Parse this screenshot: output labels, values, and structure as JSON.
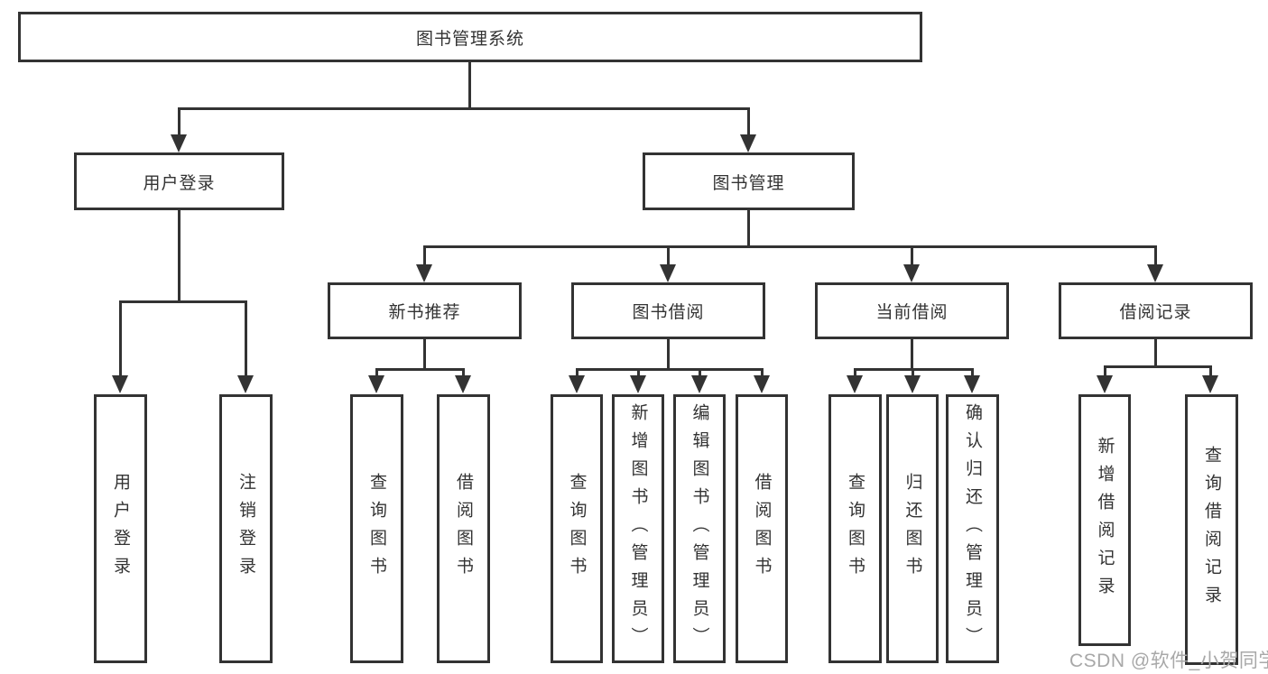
{
  "diagram": {
    "root": "图书管理系统",
    "branches": [
      {
        "label": "用户登录",
        "children": [
          {
            "label": "用户登录"
          },
          {
            "label": "注销登录"
          }
        ]
      },
      {
        "label": "图书管理",
        "children": [
          {
            "label": "新书推荐",
            "children": [
              {
                "label": "查询图书"
              },
              {
                "label": "借阅图书"
              }
            ]
          },
          {
            "label": "图书借阅",
            "children": [
              {
                "label": "查询图书"
              },
              {
                "label": "新增图书（管理员）"
              },
              {
                "label": "编辑图书（管理员）"
              },
              {
                "label": "借阅图书"
              }
            ]
          },
          {
            "label": "当前借阅",
            "children": [
              {
                "label": "查询图书"
              },
              {
                "label": "归还图书"
              },
              {
                "label": "确认归还（管理员）"
              }
            ]
          },
          {
            "label": "借阅记录",
            "children": [
              {
                "label": "新增借阅记录"
              },
              {
                "label": "查询借阅记录"
              }
            ]
          }
        ]
      }
    ]
  },
  "watermark": "CSDN @软件_小贺同学",
  "colors": {
    "line": "#333333",
    "text": "#333333",
    "watermark": "#a8a8a8",
    "background": "#ffffff"
  }
}
